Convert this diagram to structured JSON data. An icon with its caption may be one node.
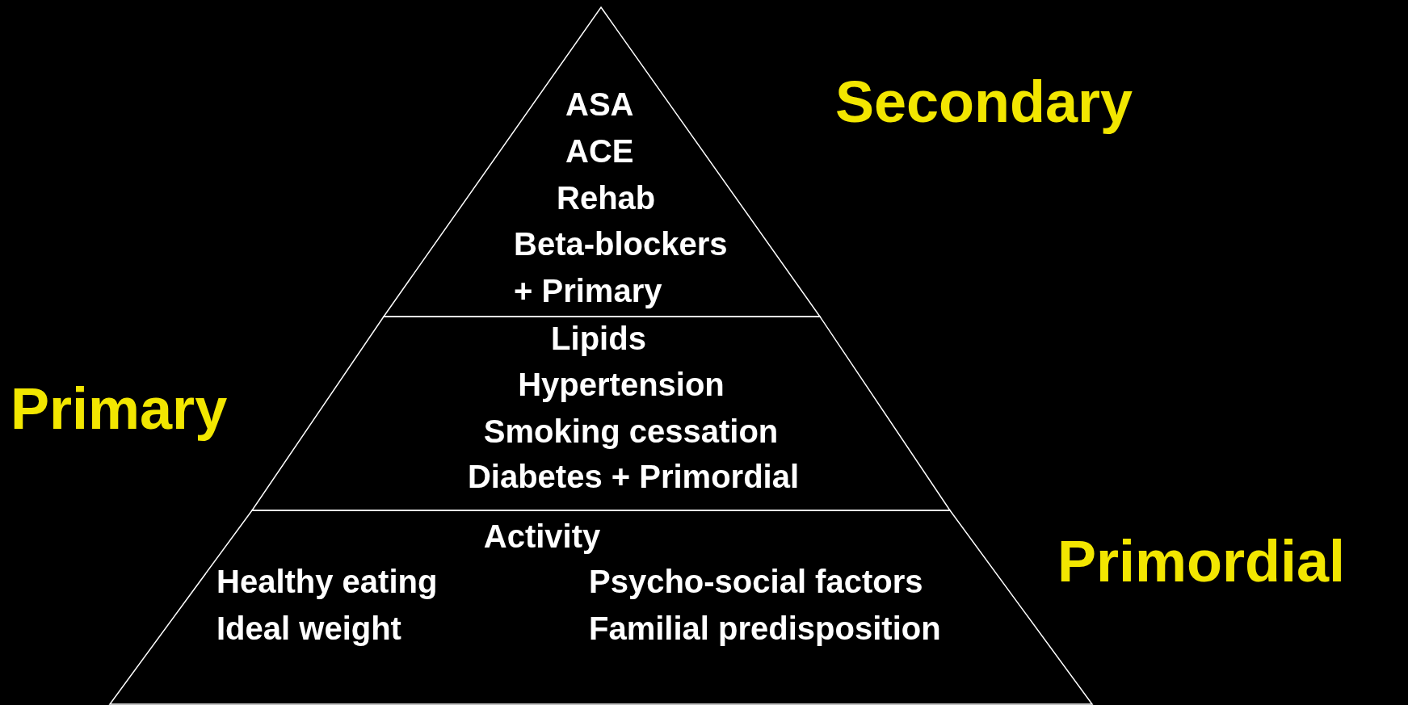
{
  "diagram": {
    "nodes": [
      {
        "text": [
          "ASA",
          "ACE",
          "Rehab",
          "Beta-blockers",
          "+ Primary"
        ],
        "beside": [
          "Secondary"
        ]
      },
      {
        "text": [
          "Lipids",
          "Hypertension",
          "Smoking cessation",
          "Diabetes + Primordial"
        ],
        "beside": [
          "Primary"
        ]
      },
      {
        "text": [
          "Activity",
          "Healthy eating",
          "Ideal weight",
          "Psycho-social factors",
          "Familial predisposition"
        ],
        "beside": [
          "Primordial"
        ]
      }
    ]
  }
}
